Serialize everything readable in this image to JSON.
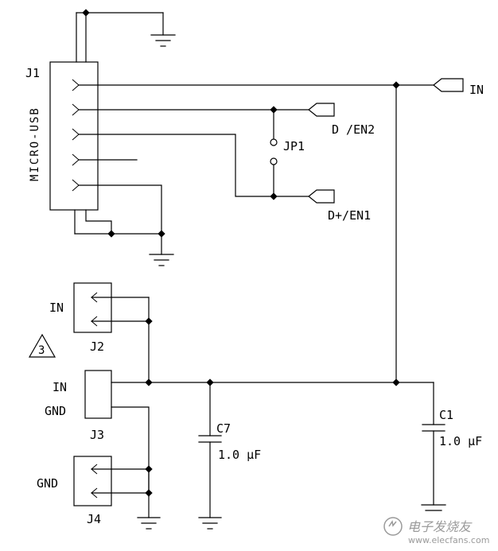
{
  "labels": {
    "j1": "J1",
    "micro_usb": "MICRO-USB",
    "in_top": "IN",
    "d_minus": "D  /EN2",
    "jp1": "JP1",
    "d_plus": "D+/EN1",
    "j2_in": "IN",
    "j2": "J2",
    "note": "3",
    "j3_in": "IN",
    "j3_gnd": "GND",
    "j3": "J3",
    "c7": "C7",
    "c7_val": "1.0 µF",
    "c1": "C1",
    "c1_val": "1.0 µF",
    "j4_gnd": "GND",
    "j4": "J4"
  },
  "watermark": {
    "cn": "电子发烧友",
    "url": "www.elecfans.com"
  }
}
